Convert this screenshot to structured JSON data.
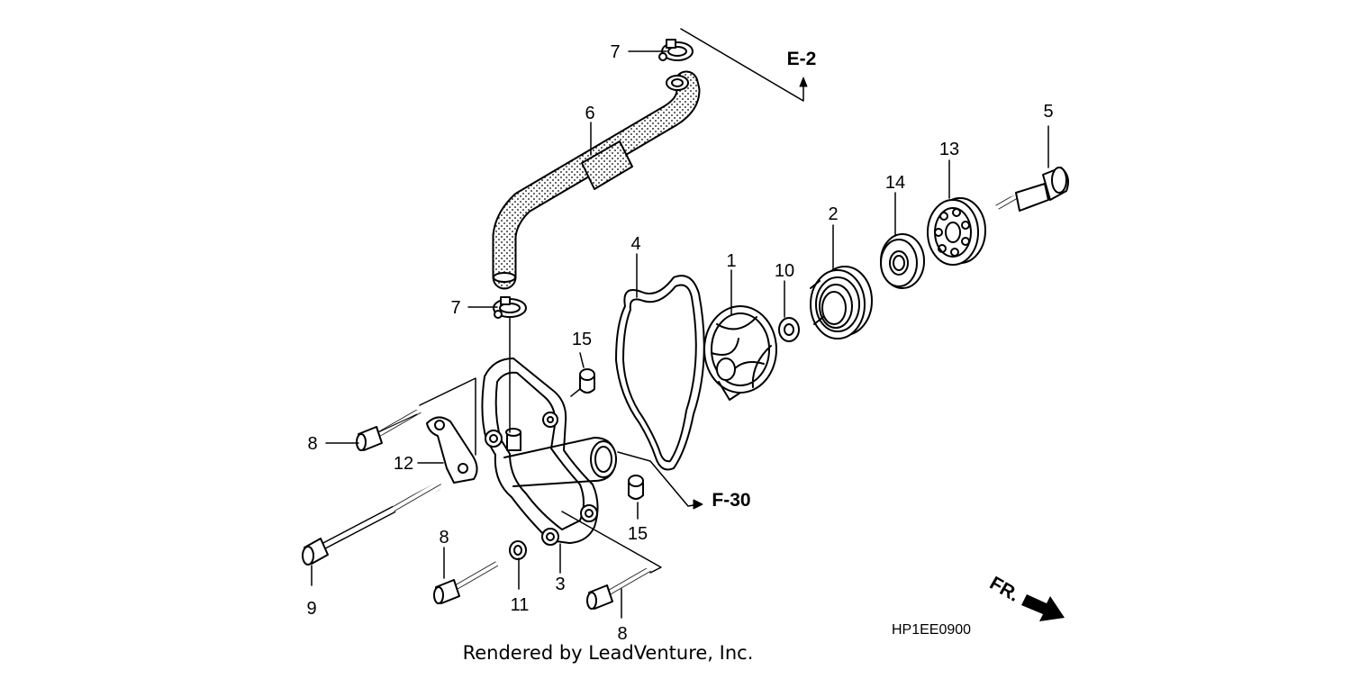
{
  "diagram": {
    "callouts": {
      "c1": "1",
      "c2": "2",
      "c3": "3",
      "c4": "4",
      "c5": "5",
      "c6": "6",
      "c7a": "7",
      "c7b": "7",
      "c8a": "8",
      "c8b": "8",
      "c8c": "8",
      "c9": "9",
      "c10": "10",
      "c11": "11",
      "c12": "12",
      "c13": "13",
      "c14": "14",
      "c15a": "15",
      "c15b": "15"
    },
    "references": {
      "e2": "E-2",
      "f30": "F-30",
      "front": "FR."
    },
    "drawing_code": "HP1EE0900"
  },
  "footer": {
    "credit": "Rendered by LeadVenture, Inc."
  }
}
